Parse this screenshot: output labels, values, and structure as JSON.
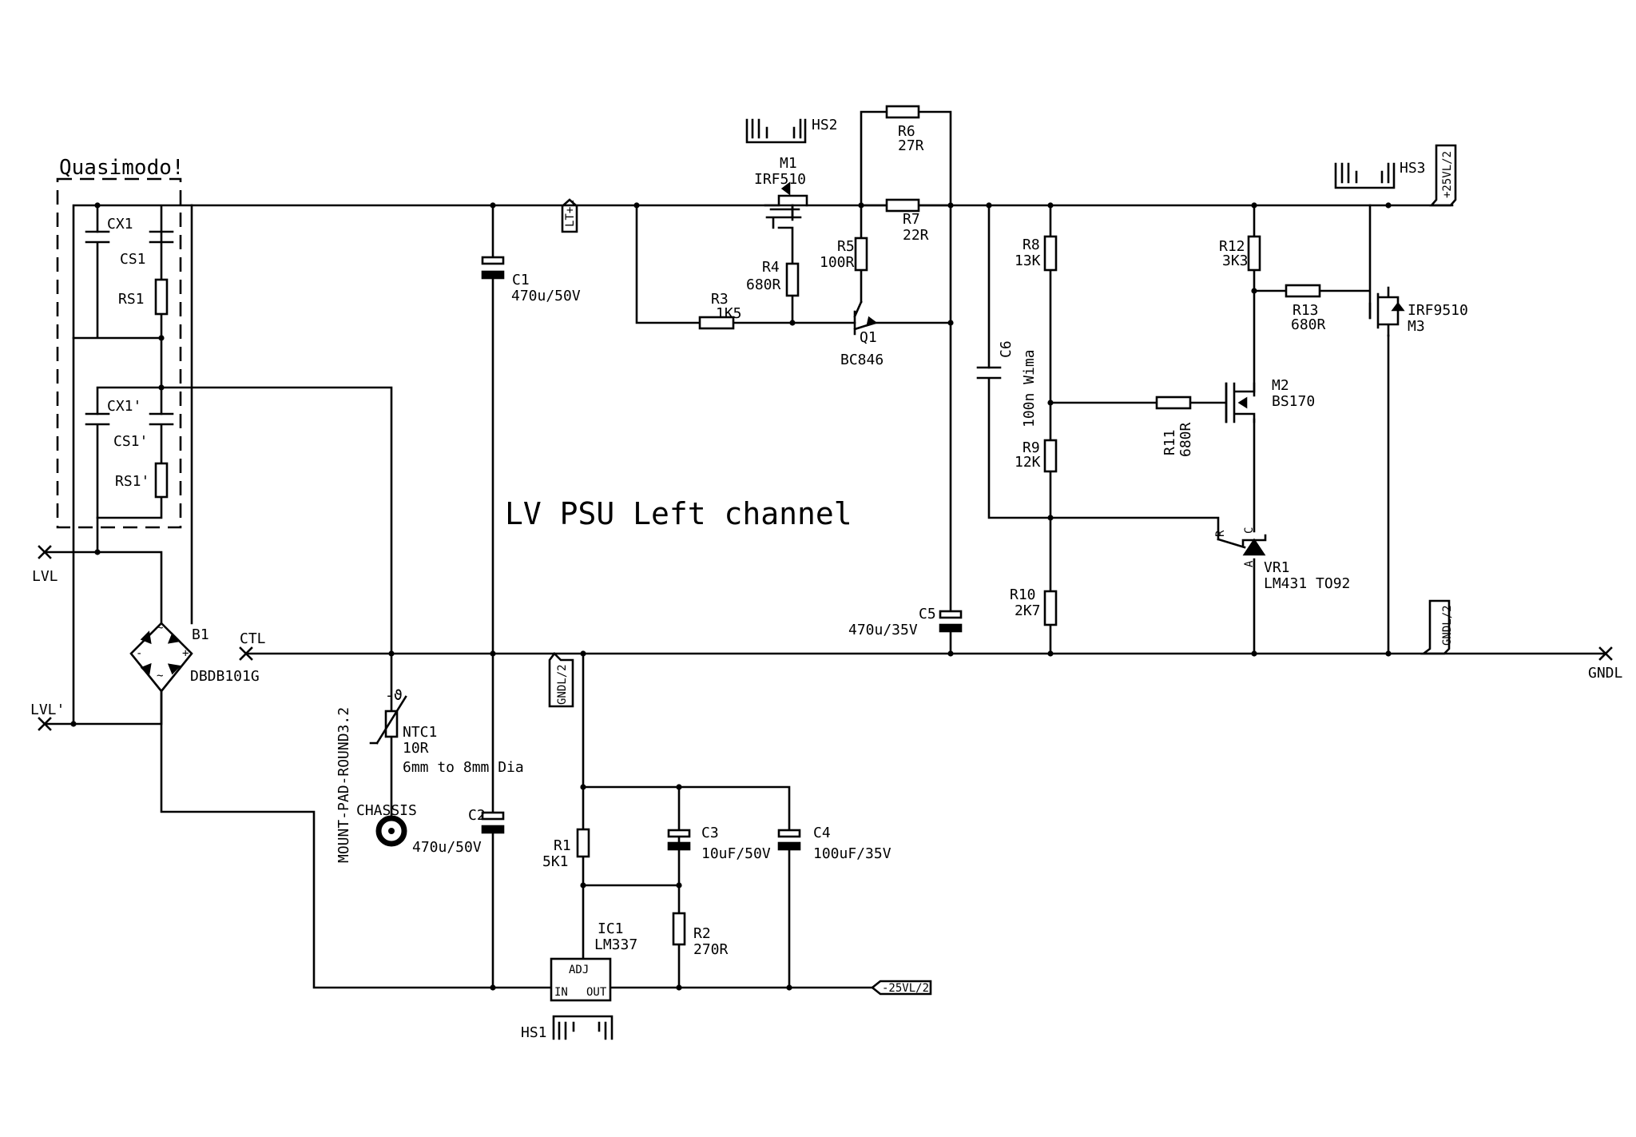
{
  "title": "LV PSU Left channel",
  "group_label": "Quasimodo!",
  "components": {
    "cx1": "CX1",
    "cs1": "CS1",
    "rs1": "RS1",
    "cx1b": "CX1'",
    "cs1b": "CS1'",
    "rs1b": "RS1'",
    "b1": "B1",
    "b1_val": "DBDB101G",
    "c1": "C1",
    "c1_val": "470u/50V",
    "c2": "C2",
    "c2_val": "470u/50V",
    "c3": "C3",
    "c3_val": "10uF/50V",
    "c4": "C4",
    "c4_val": "100uF/35V",
    "c5": "C5",
    "c5_val": "470u/35V",
    "c6": "C6",
    "c6_val": "100n Wima",
    "r1": "R1",
    "r1_val": "5K1",
    "r2": "R2",
    "r2_val": "270R",
    "r3": "R3",
    "r3_val": "1K5",
    "r4": "R4",
    "r4_val": "680R",
    "r5": "R5",
    "r5_val": "100R",
    "r6": "R6",
    "r6_val": "27R",
    "r7": "R7",
    "r7_val": "22R",
    "r8": "R8",
    "r8_val": "13K",
    "r9": "R9",
    "r9_val": "12K",
    "r10": "R10",
    "r10_val": "2K7",
    "r11": "R11",
    "r11_val": "680R",
    "r12": "R12",
    "r12_val": "3K3",
    "r13": "R13",
    "r13_val": "680R",
    "m1": "M1",
    "m1_val": "IRF510",
    "m2": "M2",
    "m2_val": "BS170",
    "m3": "M3",
    "m3_val": "IRF9510",
    "q1": "Q1",
    "q1_val": "BC846",
    "vr1": "VR1",
    "vr1_val": "LM431 TO92",
    "ic1": "IC1",
    "ic1_val": "LM337",
    "ic1_adj": "ADJ",
    "ic1_in": "IN",
    "ic1_out": "OUT",
    "ntc1": "NTC1",
    "ntc1_val": "10R",
    "ntc1_note": "6mm to 8mm Dia",
    "chassis": "CHASSIS",
    "mount": "MOUNT-PAD-ROUND3.2",
    "hs1": "HS1",
    "hs2": "HS2",
    "hs3": "HS3",
    "vr1_r": "R",
    "vr1_c": "C",
    "vr1_a": "A",
    "ntc_sym": "-ϑ"
  },
  "ports": {
    "lvl": "LVL",
    "lvlb": "LVL'",
    "ctl": "CTL",
    "gndl": "GNDL",
    "lt_l": "LT+L",
    "gndl2_a": "GNDL/2",
    "gndl2_b": "GNDL/2",
    "p25": "+25VL/2",
    "n25": "-25VL/2"
  }
}
